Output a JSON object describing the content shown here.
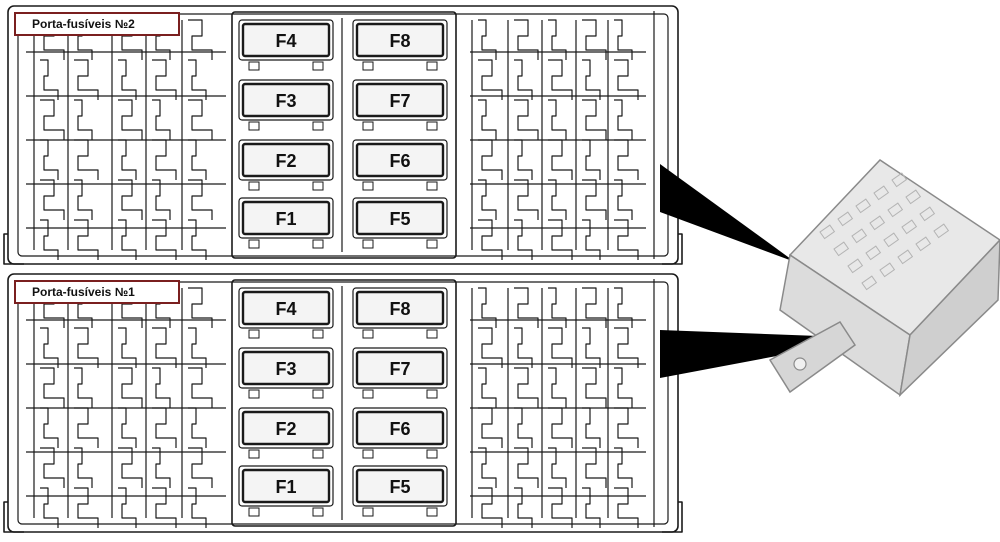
{
  "panels": [
    {
      "id": "panel-2",
      "label": "Porta-fusíveis №2",
      "fuses_left": [
        "F4",
        "F3",
        "F2",
        "F1"
      ],
      "fuses_right": [
        "F8",
        "F7",
        "F6",
        "F5"
      ]
    },
    {
      "id": "panel-1",
      "label": "Porta-fusíveis №1",
      "fuses_left": [
        "F4",
        "F3",
        "F2",
        "F1"
      ],
      "fuses_right": [
        "F8",
        "F7",
        "F6",
        "F5"
      ]
    }
  ],
  "colors": {
    "line": "#1a1a1a",
    "label_border": "#7a1f1f",
    "fuse_fill": "#f4f4f4",
    "pointer": "#000000",
    "module_fill": "#dcdcdc",
    "module_stroke": "#8a8a8a"
  }
}
